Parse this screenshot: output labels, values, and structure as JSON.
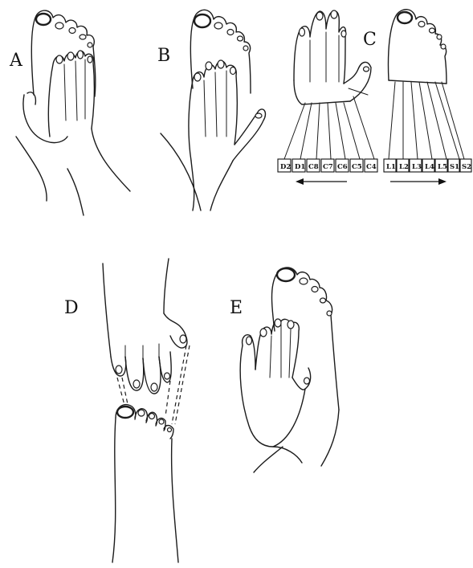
{
  "panels": {
    "a": {
      "label": "A"
    },
    "b": {
      "label": "B"
    },
    "c": {
      "label": "C",
      "hand_segments": [
        "D2",
        "D1",
        "C8",
        "C7",
        "C6",
        "C5",
        "C4"
      ],
      "foot_segments": [
        "L1",
        "L2",
        "L3",
        "L4",
        "L5",
        "S1",
        "S2"
      ],
      "hand_arrow_direction": "left",
      "foot_arrow_direction": "right"
    },
    "d": {
      "label": "D"
    },
    "e": {
      "label": "E"
    }
  },
  "colors": {
    "ink": "#1c1c1c",
    "paper": "#ffffff"
  }
}
